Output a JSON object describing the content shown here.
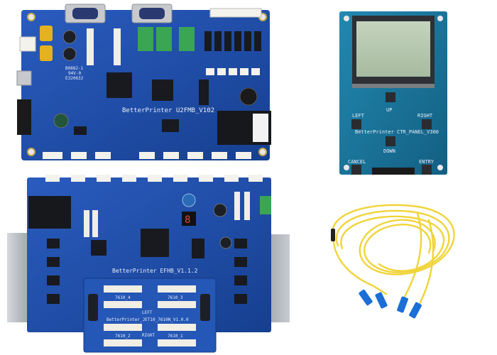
{
  "main_board": {
    "title": "BetterPrinter U2FMB_V102",
    "code_1": "B0882-1",
    "code_2": "94V-0",
    "code_3": "E320632"
  },
  "panel": {
    "title": "BetterPrinter CTR_PANEL_V300",
    "buttons": {
      "up": "UP",
      "left": "LEFT",
      "right": "RIGHT",
      "down": "DOWN",
      "cancel": "CANCEL",
      "entry": "ENTRY"
    }
  },
  "head_board": {
    "title": "BetterPrinter EFHB_V1.1.2",
    "segment": "8"
  },
  "adapter": {
    "title": "BetterPrinter_JET10_7610N_V1.0.0",
    "labels": {
      "t1": "7610_4",
      "t2": "7610_3",
      "t3": "7610_2",
      "t4": "7610_1",
      "left": "LEFT",
      "right": "RIGHT"
    }
  },
  "colors": {
    "pcb_blue": "#1f4fa8",
    "panel_teal": "#1a7fa3",
    "lcd_green": "#b7c9b0",
    "fiber_yellow": "#f0d43a",
    "connector_blue": "#1b6fd6",
    "heatsink": "#b9bdc2"
  }
}
